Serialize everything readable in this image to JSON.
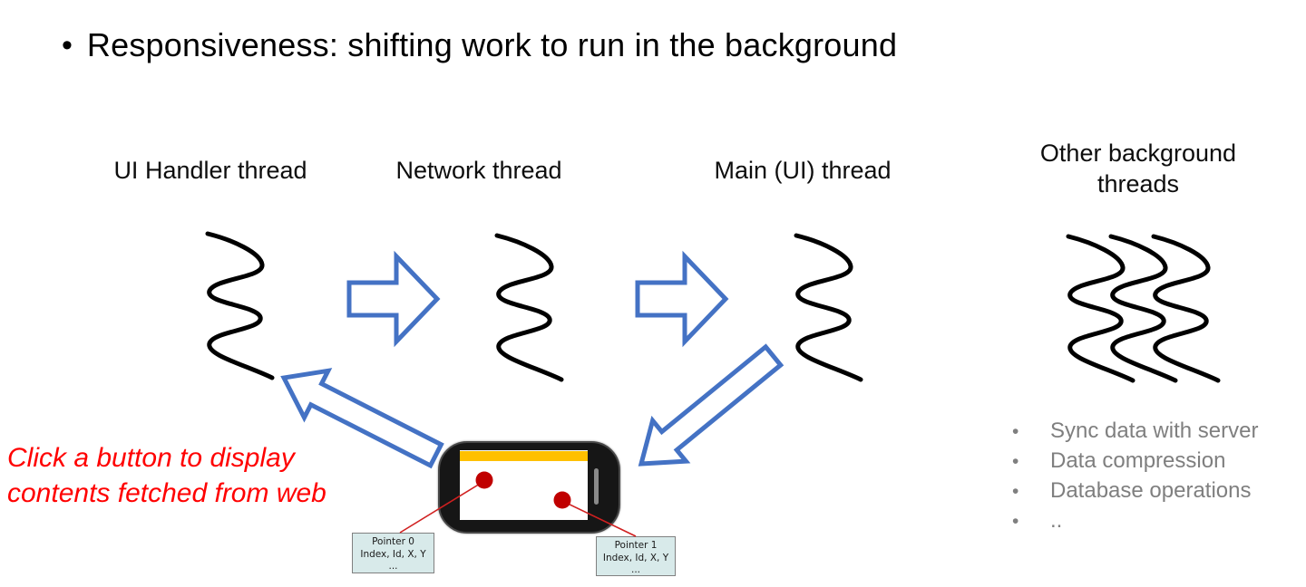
{
  "slide": {
    "bullet": "•",
    "title": "Responsiveness: shifting work to run in the background"
  },
  "thread_labels": {
    "ui_handler": "UI Handler thread",
    "network": "Network thread",
    "main_ui": "Main (UI) thread",
    "other_background": "Other background threads"
  },
  "note": "Click a button to display contents fetched from web",
  "background_tasks": {
    "bullet": "•",
    "items": [
      "Sync data with server",
      "Data compression",
      "Database operations",
      ".."
    ]
  },
  "pointer_boxes": [
    {
      "title": "Pointer 0",
      "fields": "Index, Id, X, Y",
      "more": "..."
    },
    {
      "title": "Pointer 1",
      "fields": "Index, Id, X, Y",
      "more": "..."
    }
  ],
  "colors": {
    "arrow_blue": "#4472C4",
    "note_red": "#FF0000",
    "dot_red": "#C00000",
    "connector_red": "#D02020",
    "titlebar_yellow": "#FFC000",
    "task_gray": "#7F7F7F",
    "pointer_box_fill": "#D8EAEA",
    "pointer_box_border": "#808080",
    "thread_black": "#000000"
  }
}
